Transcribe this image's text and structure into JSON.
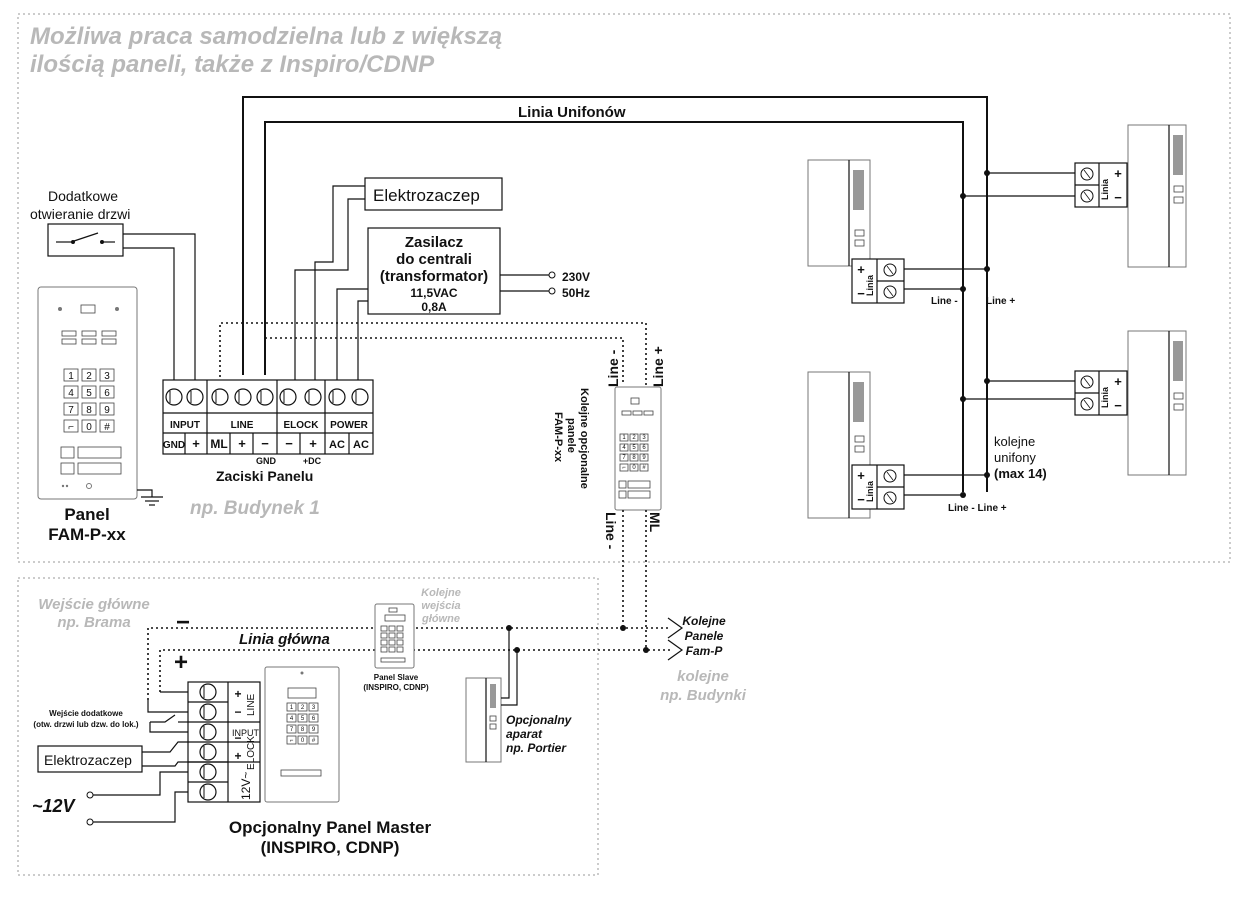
{
  "header": {
    "line1": "Możliwa praca samodzielna lub z większą",
    "line2": "ilością paneli, także z Inspiro/CDNP"
  },
  "building1": {
    "label": "np. Budynek 1",
    "bus_label": "Linia Unifonów",
    "extra_open": {
      "line1": "Dodatkowe",
      "line2": "otwieranie drzwi"
    },
    "strike_label": "Elektrozaczep",
    "psu": {
      "line1": "Zasilacz",
      "line2": "do centrali",
      "line3": "(transformator)",
      "line4": "11,5VAC",
      "line5": "0,8A"
    },
    "mains": {
      "v": "230V",
      "hz": "50Hz"
    },
    "panel": {
      "line1": "Panel",
      "line2": "FAM-P-xx"
    },
    "terminals": {
      "title": "Zaciski Panelu",
      "groups": [
        "INPUT",
        "LINE",
        "ELOCK",
        "POWER"
      ],
      "pins": [
        "GND",
        "+",
        "ML",
        "+",
        "−",
        "−",
        "+",
        "AC",
        "AC"
      ],
      "sub_gnd": "GND",
      "sub_dc": "+DC"
    },
    "next_panels": {
      "line1": "Kolejne opcjonalne",
      "line2": "panele",
      "line3": "FAM-P-xx"
    },
    "line_minus": "Line -",
    "line_plus": "Line +",
    "ml": "ML",
    "handset_linia": "Linia",
    "more_handsets": {
      "line1": "kolejne",
      "line2": "unifony",
      "line3": "(max 14)"
    },
    "line_minus_2": "Line -",
    "line_plus_2": "Line +",
    "line_both": "Line -   Line +"
  },
  "main_entry": {
    "title1": "Wejście główne",
    "title2": "np. Brama",
    "minus": "−",
    "plus": "+",
    "bus_label": "Linia główna",
    "next_entries": {
      "line1": "Kolejne",
      "line2": "wejścia",
      "line3": "główne"
    },
    "slave": {
      "line1": "Panel Slave",
      "line2": "(INSPIRO, CDNP)"
    },
    "next_fam": {
      "line1": "Kolejne",
      "line2": "Panele",
      "line3": "Fam-P"
    },
    "next_buildings": {
      "line1": "kolejne",
      "line2": "np. Budynki"
    },
    "portier": {
      "line1": "Opcjonalny",
      "line2": "aparat",
      "line3": "np. Portier"
    },
    "extra_input": {
      "line1": "Wejście dodatkowe",
      "line2": "(otw. drzwi lub dzw. do lok.)"
    },
    "strike_label": "Elektrozaczep",
    "ac": "~12V",
    "master": {
      "line1": "Opcjonalny Panel Master",
      "line2": "(INSPIRO, CDNP)"
    },
    "term": {
      "line": "LINE",
      "input": "INPUT",
      "elock": "ELOCK",
      "v12": "12V~"
    }
  }
}
